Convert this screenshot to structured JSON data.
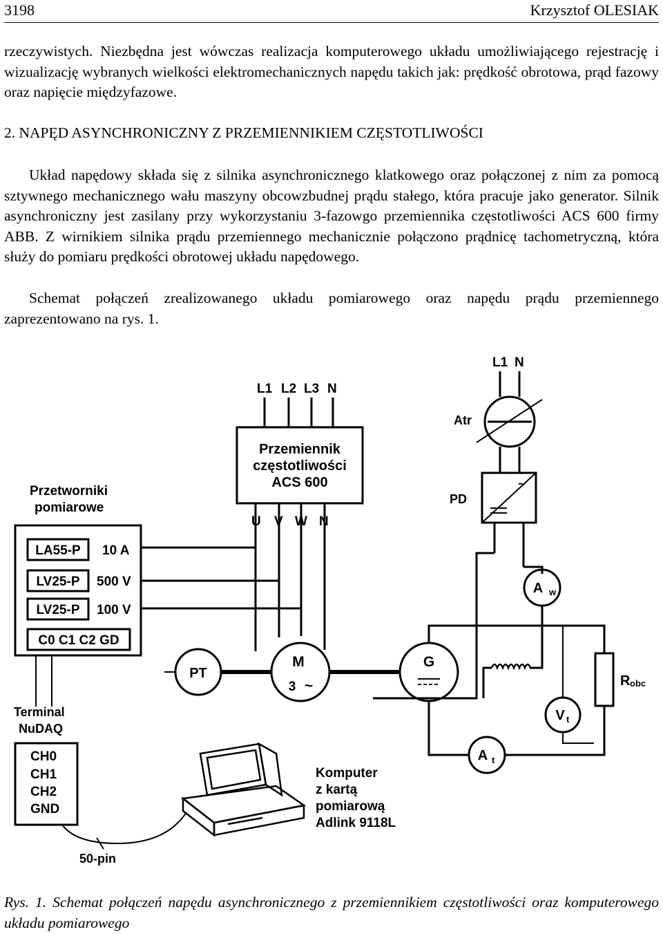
{
  "header": {
    "page_number": "3198",
    "author": "Krzysztof OLESIAK"
  },
  "intro_text": "rzeczywistych. Niezbędna jest wówczas realizacja komputerowego układu umożliwiającego rejestrację i wizualizację wybranych wielkości elektromechanicznych napędu takich jak: prędkość obrotowa, prąd fazowy oraz napięcie międzyfazowe.",
  "section": {
    "heading": "2. NAPĘD ASYNCHRONICZNY Z PRZEMIENNIKIEM CZĘSTOTLIWOŚCI",
    "paragraph_1": "Układ napędowy składa się z silnika asynchronicznego klatkowego oraz połączonej z nim za pomocą sztywnego mechanicznego wału maszyny obcowzbudnej prądu stałego, która pracuje jako generator. Silnik asynchroniczny jest zasilany przy wykorzystaniu 3-fazowgo przemiennika częstotliwości ACS 600 firmy ABB. Z wirnikiem silnika prądu przemiennego mechanicznie połączono prądnicę tachometryczną, która służy do pomiaru prędkości obrotowej układu napędowego.",
    "paragraph_2": "Schemat połączeń zrealizowanego układu pomiarowego oraz napędu prądu przemiennego zaprezentowano na rys. 1."
  },
  "diagram": {
    "supply_labels": [
      "L1",
      "L2",
      "L3",
      "N"
    ],
    "converter": {
      "line1": "Przemiennik",
      "line2": "częstotliwości",
      "line3": "ACS 600"
    },
    "output_labels": [
      "U",
      "V",
      "W",
      "N"
    ],
    "transducers": {
      "title1": "Przetworniki",
      "title2": "pomiarowe",
      "rows": [
        {
          "name": "LA55-P",
          "value": "10 A"
        },
        {
          "name": "LV25-P",
          "value": "500 V"
        },
        {
          "name": "LV25-P",
          "value": "100 V"
        }
      ],
      "channels": "C0 C1 C2 GD"
    },
    "terminal": {
      "title1": "Terminal",
      "title2": "NuDAQ",
      "channels": [
        "CH0",
        "CH1",
        "CH2",
        "GND"
      ]
    },
    "pin_label": "50-pin",
    "pt_label": "PT",
    "motor": {
      "letter": "M",
      "phase": "3",
      "symbol": "~"
    },
    "generator": {
      "letter": "G"
    },
    "right_supply": [
      "L1",
      "N"
    ],
    "autotransformer_label": "Atr",
    "rectifier_label": "PD",
    "ammeter_w": {
      "main": "A",
      "sub": "w"
    },
    "voltmeter": {
      "main": "V",
      "sub": "t"
    },
    "ammeter_t": {
      "main": "A",
      "sub": "t"
    },
    "resistor": {
      "main": "R",
      "sub": "obc"
    },
    "computer": {
      "lines": [
        "Komputer",
        "z kartą",
        "pomiarową",
        "Adlink 9118L"
      ]
    }
  },
  "caption": "Rys. 1. Schemat połączeń napędu asynchronicznego z przemiennikiem częstotliwości oraz komputerowego układu pomiarowego"
}
